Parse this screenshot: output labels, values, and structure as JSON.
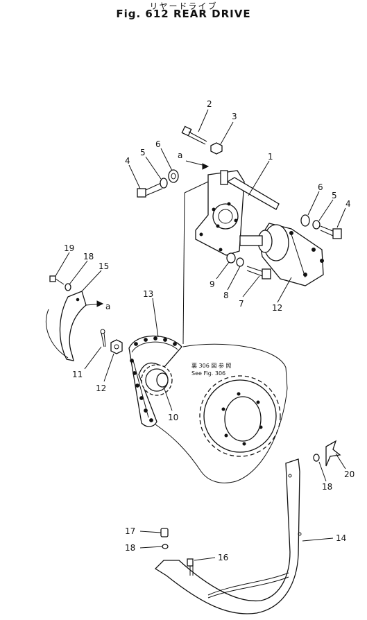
{
  "header": {
    "title_jp": "リヤードライブ",
    "title": "Fig. 612  REAR DRIVE"
  },
  "note": {
    "line1": "裏 306 図 参 照",
    "line2": "See  Fig.  306"
  },
  "callouts": {
    "c1": "1",
    "c2": "2",
    "c3": "3",
    "c4a": "4",
    "c5a": "5",
    "c6a": "6",
    "c6b": "6",
    "c5b": "5",
    "c4b": "4",
    "c9": "9",
    "c8": "8",
    "c7": "7",
    "c12a": "12",
    "c19": "19",
    "c18a": "18",
    "c15": "15",
    "c13": "13",
    "c11": "11",
    "c12b": "12",
    "c10": "10",
    "c20": "20",
    "c18b": "18",
    "c14": "14",
    "c17": "17",
    "c18c": "18",
    "c16": "16",
    "a1": "a",
    "a2": "a"
  }
}
